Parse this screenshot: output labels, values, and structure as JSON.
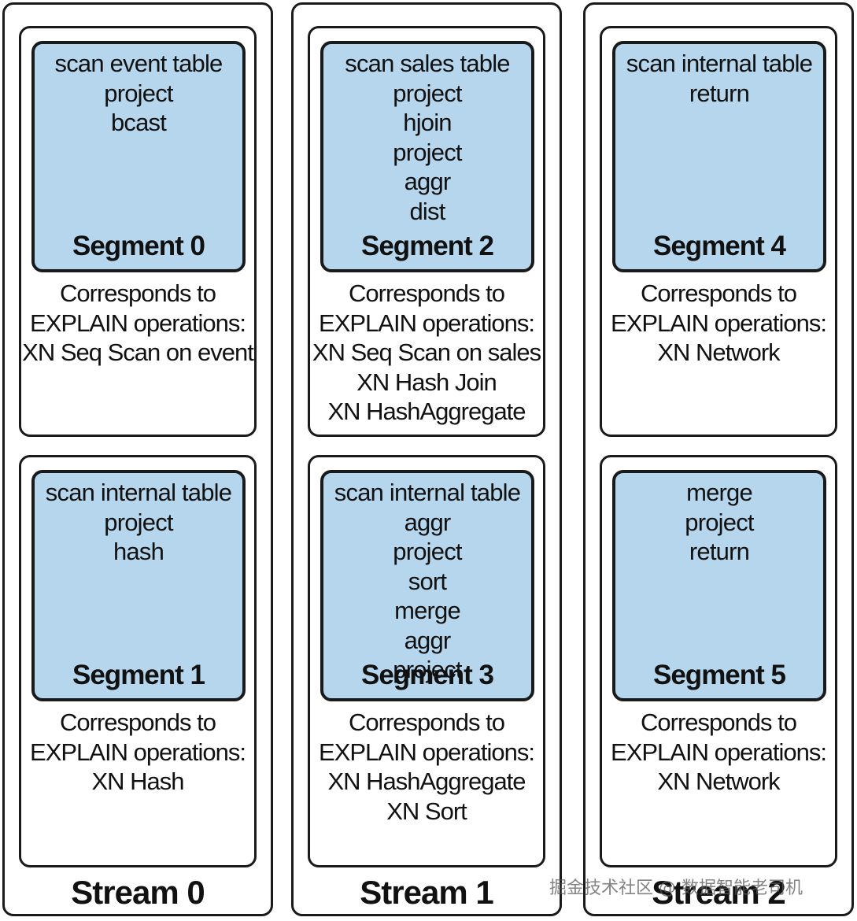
{
  "streams": [
    {
      "title": "Stream 0",
      "segments": [
        {
          "label": "Segment 0",
          "ops": [
            "scan event table",
            "project",
            "bcast"
          ],
          "corr": [
            "Corresponds to",
            "EXPLAIN operations:",
            "XN Seq Scan on event"
          ]
        },
        {
          "label": "Segment 1",
          "ops": [
            "scan internal table",
            "project",
            "hash"
          ],
          "corr": [
            "Corresponds to",
            "EXPLAIN operations:",
            "XN Hash"
          ]
        }
      ]
    },
    {
      "title": "Stream 1",
      "segments": [
        {
          "label": "Segment 2",
          "ops": [
            "scan sales table",
            "project",
            "hjoin",
            "project",
            "aggr",
            "dist"
          ],
          "corr": [
            "Corresponds to",
            "EXPLAIN operations:",
            "XN Seq Scan on sales",
            "XN Hash Join",
            "XN HashAggregate"
          ]
        },
        {
          "label": "Segment 3",
          "ops": [
            "scan internal table",
            "aggr",
            "project",
            "sort",
            "merge",
            "aggr",
            "project"
          ],
          "corr": [
            "Corresponds to",
            "EXPLAIN operations:",
            "XN HashAggregate",
            "XN Sort"
          ]
        }
      ]
    },
    {
      "title": "Stream 2",
      "segments": [
        {
          "label": "Segment 4",
          "ops": [
            "scan internal table",
            "return"
          ],
          "corr": [
            "Corresponds to",
            "EXPLAIN operations:",
            "XN Network"
          ]
        },
        {
          "label": "Segment 5",
          "ops": [
            "merge",
            "project",
            "return"
          ],
          "corr": [
            "Corresponds to",
            "EXPLAIN operations:",
            "XN Network"
          ]
        }
      ]
    }
  ],
  "watermark": "掘金技术社区 @ 数据智能老司机",
  "colors": {
    "segment_fill": "#b5d6ec",
    "border": "#1a1a1a"
  }
}
